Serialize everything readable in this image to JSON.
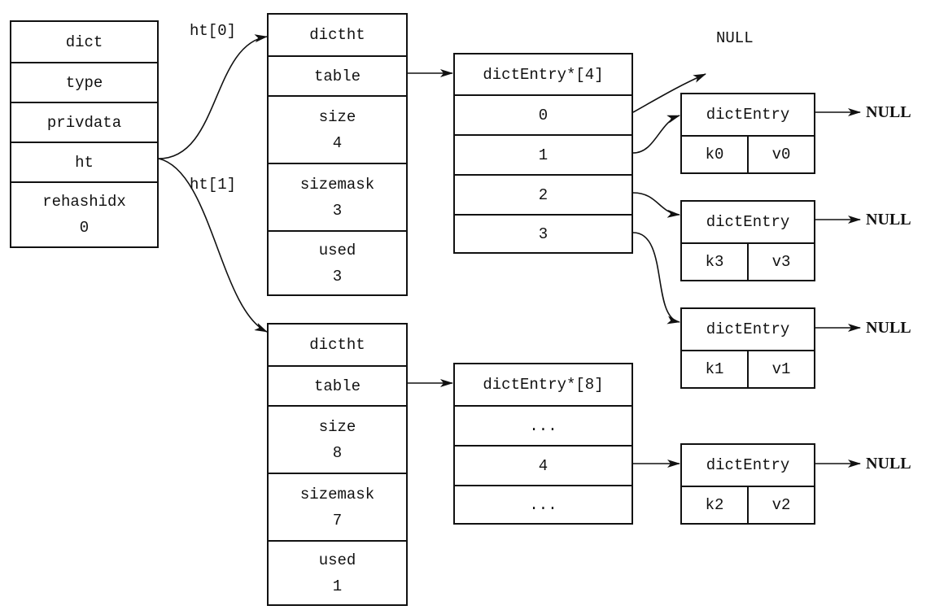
{
  "dict": {
    "title": "dict",
    "type": "type",
    "privdata": "privdata",
    "ht": "ht",
    "rehashidx_label": "rehashidx",
    "rehashidx_value": "0"
  },
  "labels": {
    "ht0": "ht[0]",
    "ht1": "ht[1]",
    "null": "NULL"
  },
  "ht0": {
    "title": "dictht",
    "table": "table",
    "size_label": "size",
    "size_value": "4",
    "sizemask_label": "sizemask",
    "sizemask_value": "3",
    "used_label": "used",
    "used_value": "3"
  },
  "ht1": {
    "title": "dictht",
    "table": "table",
    "size_label": "size",
    "size_value": "8",
    "sizemask_label": "sizemask",
    "sizemask_value": "7",
    "used_label": "used",
    "used_value": "1"
  },
  "table0": {
    "title": "dictEntry*[4]",
    "slots": [
      "0",
      "1",
      "2",
      "3"
    ]
  },
  "table1": {
    "title": "dictEntry*[8]",
    "slots": [
      "...",
      "4",
      "..."
    ]
  },
  "entries": [
    {
      "title": "dictEntry",
      "key": "k0",
      "value": "v0"
    },
    {
      "title": "dictEntry",
      "key": "k3",
      "value": "v3"
    },
    {
      "title": "dictEntry",
      "key": "k1",
      "value": "v1"
    },
    {
      "title": "dictEntry",
      "key": "k2",
      "value": "v2"
    }
  ]
}
